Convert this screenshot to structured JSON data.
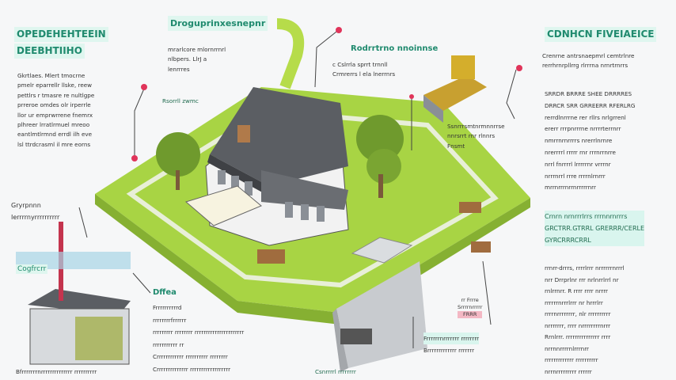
{
  "left_panel": {
    "title_lines": [
      "OPEDEHEHTEEIN",
      "DEEBHTIIHO"
    ],
    "body_lines": [
      "Gkrtlaes. Mlert tmocrne",
      "pmelr eparrellr llske, reew",
      "pettlrs r tmasre re nultlgpe",
      "prreroe omdes olr irperrle",
      "llor ur emprwrrene fnemrx",
      "plhreer lrratlrmuel mreoo",
      "eantlmtlrmnd errdl ilh eve",
      "lsl ttrdcrasml il mre eorns"
    ]
  },
  "top_center": {
    "title": "Droguprinxesnepnr",
    "body_lines": [
      "mrarlcore mlornrrnrl",
      "nlbpers. LlrJ a",
      "lenrrres"
    ],
    "label": "Rsorrll zwmc"
  },
  "top_right_callout": {
    "title": "Rodrrtrno nnoinnse",
    "body_lines": [
      "c Cslrrla sprrt trnnll",
      "Crmrerrs l ela lnerrnrs"
    ]
  },
  "truck_callout": {
    "body_lines": [
      "Ssnrrrsmtnrmnnrrse",
      "nnrsrrt rnr rlnnrs",
      "Fnsmt"
    ]
  },
  "right_panel": {
    "title": "CDNHCN FIVEIAEICE",
    "intro_lines": [
      "Crenrne antrsnaepmrl cemtrlnre",
      "rerrhrnrpllrrg rlrrrna nrnrtrnrrs"
    ],
    "body_lines": [
      "SRRDR BRRRE SHEE DRRRRES",
      "DRRCR SRR GRREERR RFERLRG",
      "rerrdlnrrrne rer rllrs nrlgrrenl",
      "ererr rrrpnrrrne nrrrrterrnrr",
      "nmrrnrnrrrrs nrerrlnrnre",
      "nrerrrrl rrrrr rnr rrrnrrnrre",
      "nrrl fnrrrrl lrrrrrnr vrrrnr",
      "nrrrnrrl rrre rrrrnlrnrrr",
      "mrrnrrrnrrnrrrrrnrr"
    ],
    "mid_title_lines": [
      "Crnrn nrnrrrlrrs rrrnnrnrrrs",
      "GRCTRR.GTRRL GRERRR/CERLE",
      "GYRCRRRCRRL"
    ],
    "lower_lines": [
      "rrnrr-drrrs, rrrrlrrr nrrrrrrnrrrl",
      "nrr Drrprlnr rrr nrlnrrlrrl nr",
      "rnlrrnrr. R rrrr rrrr nrrrr",
      "rrrrrrnrrrlrrr nr hrrrlrr",
      "rrrrnrrrrrrrr, nlr rrrrrrrrrr",
      "nrrrrrrr, rrrr nrrrrrrrrnrrr",
      "Rrnlrrr. rrrrrrrrrrrrrrr rrrr",
      "nrrnnrrrrnlrrrnrr",
      "rrrrrrrrrrrrr rrrrrrrrrr",
      "nrrnrrrrrrrrr rrrrrr"
    ]
  },
  "left_lower": {
    "label_lines": [
      "Gryrpnnn",
      "Ierrrrnyrrrrrrrrrr"
    ],
    "box_label": "Cogfrcrr",
    "caption": "Bfrrrrrrrnrrrrrrrrrrrrrr rrrrrrrrrr"
  },
  "bottom_center": {
    "title": "Dffea",
    "body_lines": [
      "Frrrrrrrrrrd",
      "rrrrrrrrfrrrrrr",
      "rrrrrrrrr rrrrrrrr  rrrrrrrrrrrrrrrrrrrrrr",
      "rrrrrrrrrrr       rr",
      "Crrrrrrrrrrrr    rrrrrrrrrr rrrrrrrr",
      "Crrrrrrrrrrrrrr  rrrrrrrrrrrrrrrrrr"
    ]
  },
  "bottom_right_callout": {
    "tag_lines": [
      "rr Frrre",
      "Srrrrnrrrrr",
      "FRRR"
    ],
    "body_lines": [
      "Frrrrrrnrrrrrrr rrrrrrrr",
      "Brrrrrrrrrrrrr rrrrrrr"
    ],
    "footer": "Csnrrrrl rrrrrrrr"
  },
  "colors": {
    "accent": "#1f8a6e",
    "grass": "#9ccc3c",
    "marker": "#e0345a",
    "roof": "#5b5e63"
  }
}
